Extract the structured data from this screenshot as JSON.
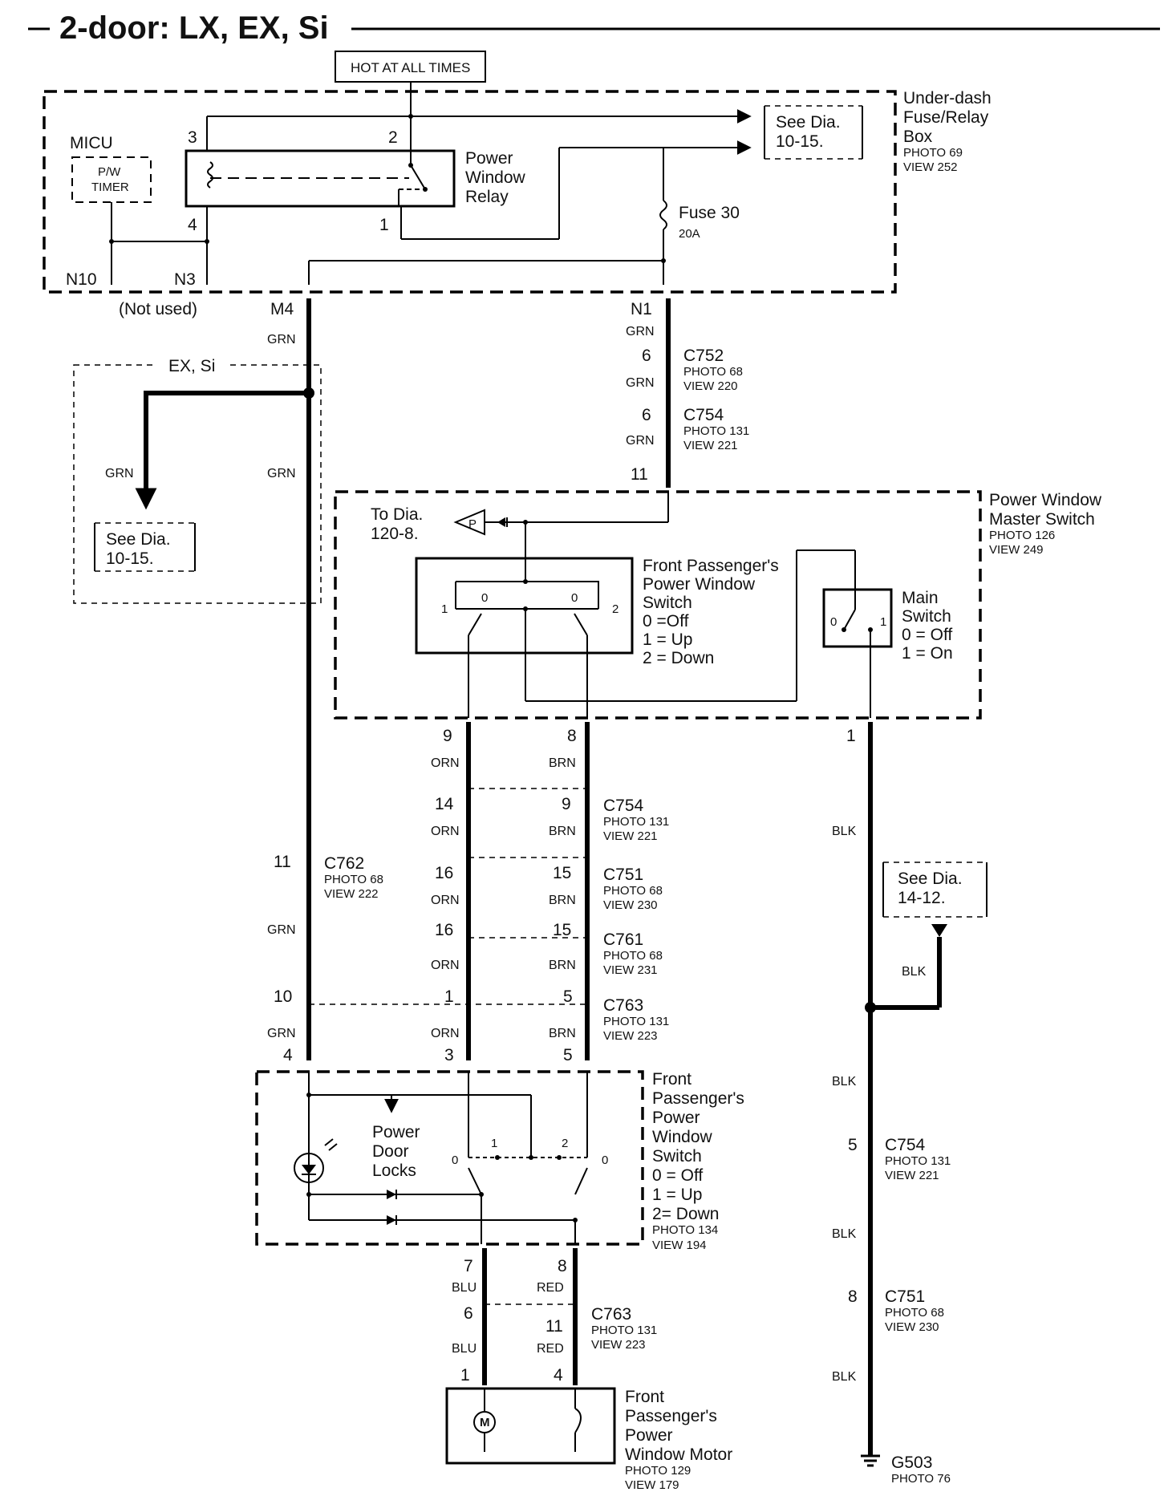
{
  "title": "2-door: LX, EX, Si",
  "power_source": "HOT AT ALL TIMES",
  "fuse_box": {
    "name_1": "Under-dash",
    "name_2": "Fuse/Relay",
    "name_3": "Box",
    "photo": "PHOTO 69",
    "view": "VIEW 252"
  },
  "micu": {
    "label": "MICU",
    "timer_1": "P/W",
    "timer_2": "TIMER"
  },
  "relay": {
    "name_1": "Power",
    "name_2": "Window",
    "name_3": "Relay",
    "pin3": "3",
    "pin2": "2",
    "pin4": "4",
    "pin1": "1"
  },
  "see_dia_top": {
    "line1": "See Dia.",
    "line2": "10-15."
  },
  "fuse": {
    "name": "Fuse 30",
    "rating": "20A"
  },
  "terminals": {
    "n10": "N10",
    "n3": "N3",
    "not_used": "(Not used)",
    "m4": "M4",
    "n1": "N1"
  },
  "options_box": {
    "label": "EX, Si",
    "see_1": "See Dia.",
    "see_2": "10-15."
  },
  "colors": {
    "grn": "GRN",
    "orn": "ORN",
    "brn": "BRN",
    "blk": "BLK",
    "blu": "BLU",
    "red": "RED"
  },
  "connectors": {
    "c752": {
      "name": "C752",
      "photo": "PHOTO 68",
      "view": "VIEW 220",
      "pin": "6"
    },
    "c754_top": {
      "name": "C754",
      "photo": "PHOTO 131",
      "view": "VIEW 221",
      "pin": "6"
    },
    "n1_pin": "11",
    "c754_mid": {
      "name": "C754",
      "photo": "PHOTO 131",
      "view": "VIEW 221",
      "pin_a": "14",
      "pin_b": "9"
    },
    "c751_mid": {
      "name": "C751",
      "photo": "PHOTO 68",
      "view": "VIEW 230",
      "pin_a": "16",
      "pin_b": "15"
    },
    "c761": {
      "name": "C761",
      "photo": "PHOTO 68",
      "view": "VIEW 231",
      "pin_a": "16",
      "pin_b": "15"
    },
    "c762": {
      "name": "C762",
      "photo": "PHOTO 68",
      "view": "VIEW 222",
      "pin": "11"
    },
    "c763_mid": {
      "name": "C763",
      "photo": "PHOTO 131",
      "view": "VIEW 223",
      "pin_g": "10",
      "pin_a": "1",
      "pin_b": "5"
    },
    "c763_low": {
      "name": "C763",
      "photo": "PHOTO 131",
      "view": "VIEW 223",
      "pin_a": "6",
      "pin_b": "11"
    },
    "c754_blk": {
      "name": "C754",
      "photo": "PHOTO 131",
      "view": "VIEW 221",
      "pin": "5"
    },
    "c751_blk": {
      "name": "C751",
      "photo": "PHOTO 68",
      "view": "VIEW 230",
      "pin": "8"
    }
  },
  "master_switch": {
    "name_1": "Power Window",
    "name_2": "Master Switch",
    "photo": "PHOTO 126",
    "view": "VIEW 249",
    "to_dia_1": "To Dia.",
    "to_dia_2": "120-8.",
    "p": "P",
    "fp_1": "Front Passenger's",
    "fp_2": "Power Window",
    "fp_3": "Switch",
    "fp_4": "0 =Off",
    "fp_5": "1 = Up",
    "fp_6": "2 = Down",
    "main_1": "Main",
    "main_2": "Switch",
    "main_3": "0 = Off",
    "main_4": "1 = On",
    "out_9": "9",
    "out_8": "8",
    "out_1": "1",
    "s0": "0",
    "s1": "1",
    "s2": "2"
  },
  "see_dia_right": {
    "line1": "See Dia.",
    "line2": "14-12."
  },
  "pass_switch": {
    "name_1": "Front",
    "name_2": "Passenger's",
    "name_3": "Power",
    "name_4": "Window",
    "name_5": "Switch",
    "st_1": "0 = Off",
    "st_2": "1 = Up",
    "st_3": "2=  Down",
    "photo": "PHOTO 134",
    "view": "VIEW 194",
    "pdl_1": "Power",
    "pdl_2": "Door",
    "pdl_3": "Locks",
    "in_4": "4",
    "in_3": "3",
    "in_5": "5",
    "out_7": "7",
    "out_8": "8"
  },
  "motor": {
    "name_1": "Front",
    "name_2": "Passenger's",
    "name_3": "Power",
    "name_4": "Window Motor",
    "photo": "PHOTO 129",
    "view": "VIEW 179",
    "m": "M",
    "pin1": "1",
    "pin4": "4"
  },
  "ground": {
    "name": "G503",
    "photo": "PHOTO 76"
  }
}
